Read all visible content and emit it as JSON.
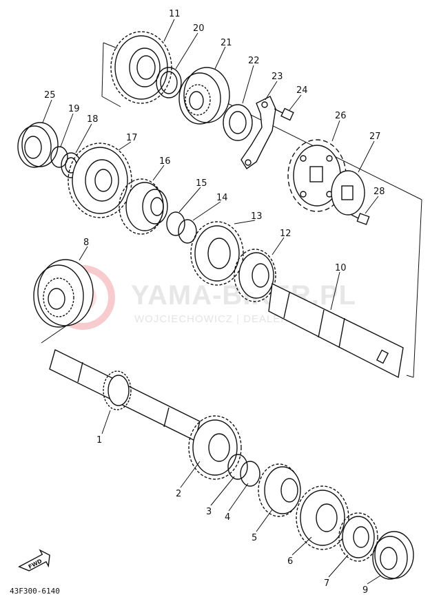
{
  "watermark": {
    "brand": "YAMA-BIKER.PL",
    "subtitle": "WOJCIECHOWICZ | DEALER YAMAHA",
    "logo_color": "#e31e24"
  },
  "direction_marker": "FWD",
  "diagram_code": "43F300-6140",
  "parts": [
    {
      "number": "1"
    },
    {
      "number": "2"
    },
    {
      "number": "3"
    },
    {
      "number": "4"
    },
    {
      "number": "5"
    },
    {
      "number": "6"
    },
    {
      "number": "7"
    },
    {
      "number": "8"
    },
    {
      "number": "9"
    },
    {
      "number": "10"
    },
    {
      "number": "11"
    },
    {
      "number": "12"
    },
    {
      "number": "13"
    },
    {
      "number": "14"
    },
    {
      "number": "15"
    },
    {
      "number": "16"
    },
    {
      "number": "17"
    },
    {
      "number": "18"
    },
    {
      "number": "19"
    },
    {
      "number": "20"
    },
    {
      "number": "21"
    },
    {
      "number": "22"
    },
    {
      "number": "23"
    },
    {
      "number": "24"
    },
    {
      "number": "25"
    },
    {
      "number": "26"
    },
    {
      "number": "27"
    },
    {
      "number": "28"
    }
  ]
}
